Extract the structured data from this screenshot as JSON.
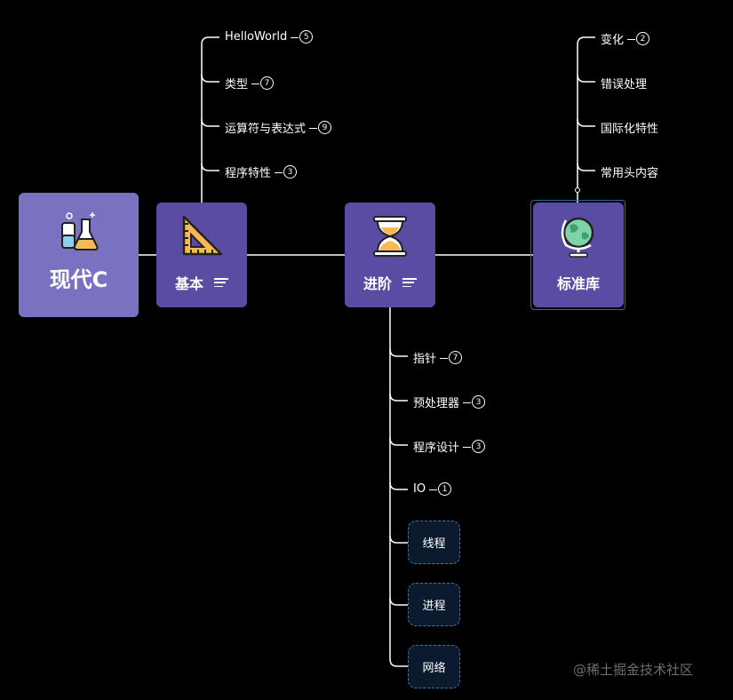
{
  "root": {
    "label": "现代C",
    "icon": "chemistry-flask-icon"
  },
  "topics": [
    {
      "id": "basic",
      "label": "基本",
      "icon": "set-square-ruler-icon",
      "children": [
        {
          "label": "HelloWorld",
          "count": "5"
        },
        {
          "label": "类型",
          "count": "7"
        },
        {
          "label": "运算符与表达式",
          "count": "9"
        },
        {
          "label": "程序特性",
          "count": "3"
        }
      ]
    },
    {
      "id": "advanced",
      "label": "进阶",
      "icon": "hourglass-icon",
      "children": [
        {
          "label": "指针",
          "count": "7"
        },
        {
          "label": "预处理器",
          "count": "3"
        },
        {
          "label": "程序设计",
          "count": "3"
        },
        {
          "label": "IO",
          "count": "1"
        }
      ],
      "dashed_children": [
        {
          "label": "线程"
        },
        {
          "label": "进程"
        },
        {
          "label": "网络"
        }
      ]
    },
    {
      "id": "stdlib",
      "label": "标准库",
      "icon": "globe-icon",
      "children": [
        {
          "label": "变化",
          "count": "2"
        },
        {
          "label": "错误处理"
        },
        {
          "label": "国际化特性"
        },
        {
          "label": "常用头内容"
        }
      ]
    }
  ],
  "watermark": "@稀土掘金技术社区",
  "colors": {
    "background": "#000000",
    "root": "#7a72c0",
    "topic": "#5a4ba3",
    "dashed_border": "#3d73b0",
    "selection": "#2c6a8a"
  }
}
